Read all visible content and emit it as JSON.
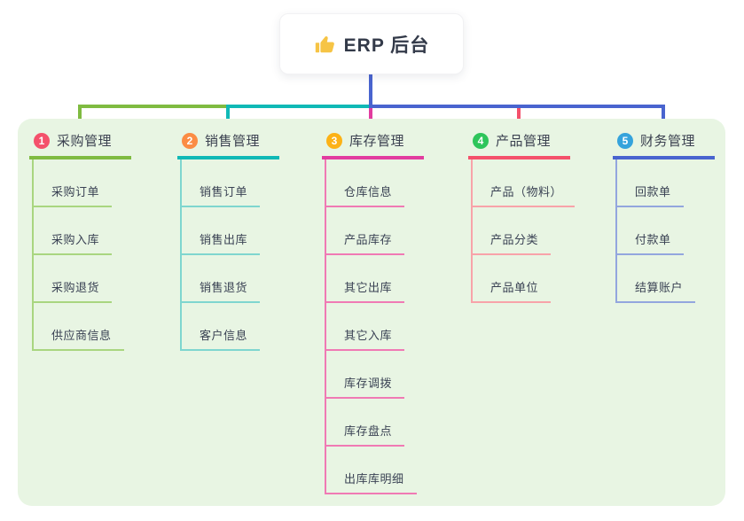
{
  "root": {
    "title": "ERP 后台",
    "icon": "thumbs-up"
  },
  "colors": {
    "panel_background": "#e8f5e3",
    "stem": "#4964cf"
  },
  "branches": [
    {
      "index": "1",
      "label": "采购管理",
      "badge_color": "#f4516b",
      "line_color": "#7fbb41",
      "child_line_color": "#a9d680",
      "children": [
        "采购订单",
        "采购入库",
        "采购退货",
        "供应商信息"
      ]
    },
    {
      "index": "2",
      "label": "销售管理",
      "badge_color": "#fb8c44",
      "line_color": "#10b9b6",
      "child_line_color": "#7fd6cf",
      "children": [
        "销售订单",
        "销售出库",
        "销售退货",
        "客户信息"
      ]
    },
    {
      "index": "3",
      "label": "库存管理",
      "badge_color": "#fcb216",
      "line_color": "#e23c9f",
      "child_line_color": "#f07ab4",
      "children": [
        "仓库信息",
        "产品库存",
        "其它出库",
        "其它入库",
        "库存调拨",
        "库存盘点",
        "出库库明细"
      ]
    },
    {
      "index": "4",
      "label": "产品管理",
      "badge_color": "#2ec55b",
      "line_color": "#f4516b",
      "child_line_color": "#f8a3a9",
      "children": [
        "产品（物料）",
        "产品分类",
        "产品单位"
      ]
    },
    {
      "index": "5",
      "label": "财务管理",
      "badge_color": "#35a3dc",
      "line_color": "#4964cf",
      "child_line_color": "#93a6de",
      "children": [
        "回款单",
        "付款单",
        "结算账户"
      ]
    }
  ]
}
